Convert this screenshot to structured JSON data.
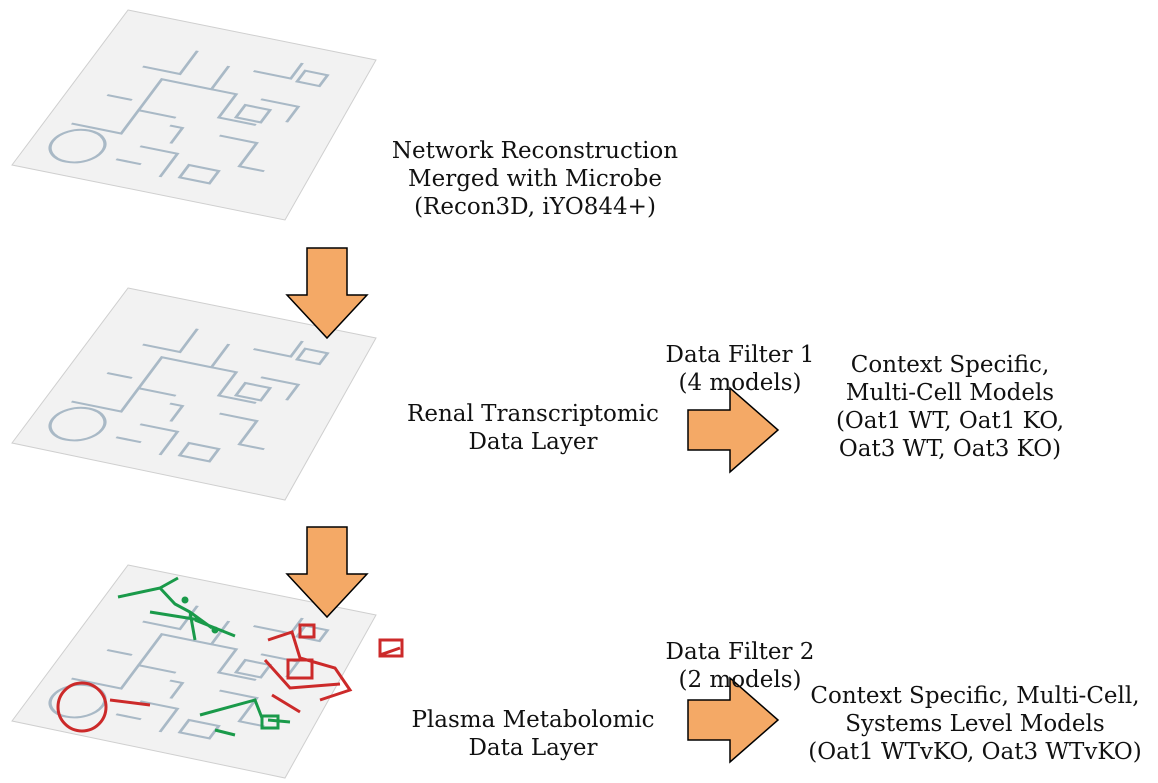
{
  "layers": [
    {
      "id": "network",
      "lines": [
        "Network Reconstruction",
        "Merged with Microbe",
        "(Recon3D, iYO844+)"
      ]
    },
    {
      "id": "transcriptomic",
      "lines": [
        "Renal Transcriptomic",
        "Data Layer"
      ]
    },
    {
      "id": "metabolomic",
      "lines": [
        "Plasma Metabolomic",
        "Data Layer"
      ]
    }
  ],
  "filters": [
    {
      "lines": [
        "Data Filter 1",
        "(4 models)"
      ]
    },
    {
      "lines": [
        "Data Filter 2",
        "(2 models)"
      ]
    }
  ],
  "outputs": [
    {
      "lines": [
        "Context Specific,",
        "Multi-Cell Models",
        "(Oat1 WT, Oat1 KO,",
        "Oat3 WT, Oat3 KO)"
      ]
    },
    {
      "lines": [
        "Context Specific, Multi-Cell,",
        "Systems Level Models",
        "(Oat1 WTvKO, Oat3 WTvKO)"
      ]
    }
  ],
  "colors": {
    "arrow_fill": "#f4a966",
    "arrow_stroke": "#000000",
    "plane_fill": "#f2f2f2",
    "plane_edge": "#cfcfcf",
    "network_line": "#a9b9c6",
    "highlight_green": "#1a9a4a",
    "highlight_red": "#cc2a2a"
  }
}
